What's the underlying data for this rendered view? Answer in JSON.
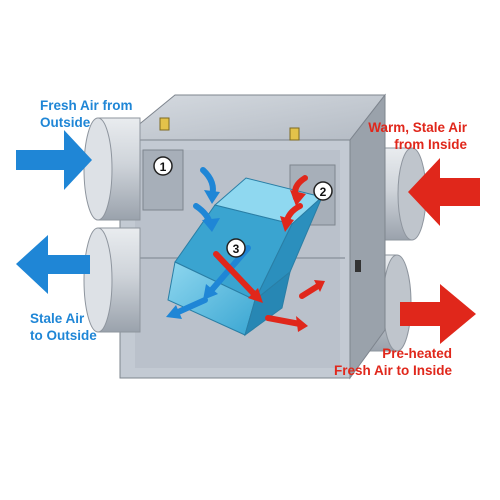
{
  "labels": {
    "fresh_in": "Fresh Air from\nOutside",
    "stale_in": "Warm, Stale Air\nfrom Inside",
    "stale_out": "Stale Air\nto Outside",
    "preheated": "Pre-heated\nFresh Air to Inside"
  },
  "markers": [
    "1",
    "2",
    "3"
  ],
  "colors": {
    "cool_air": "#1f86d6",
    "warm_air": "#e0271b",
    "core": "#6fc6e6",
    "housing": "#c3cad3",
    "duct": "#cfd4da"
  }
}
